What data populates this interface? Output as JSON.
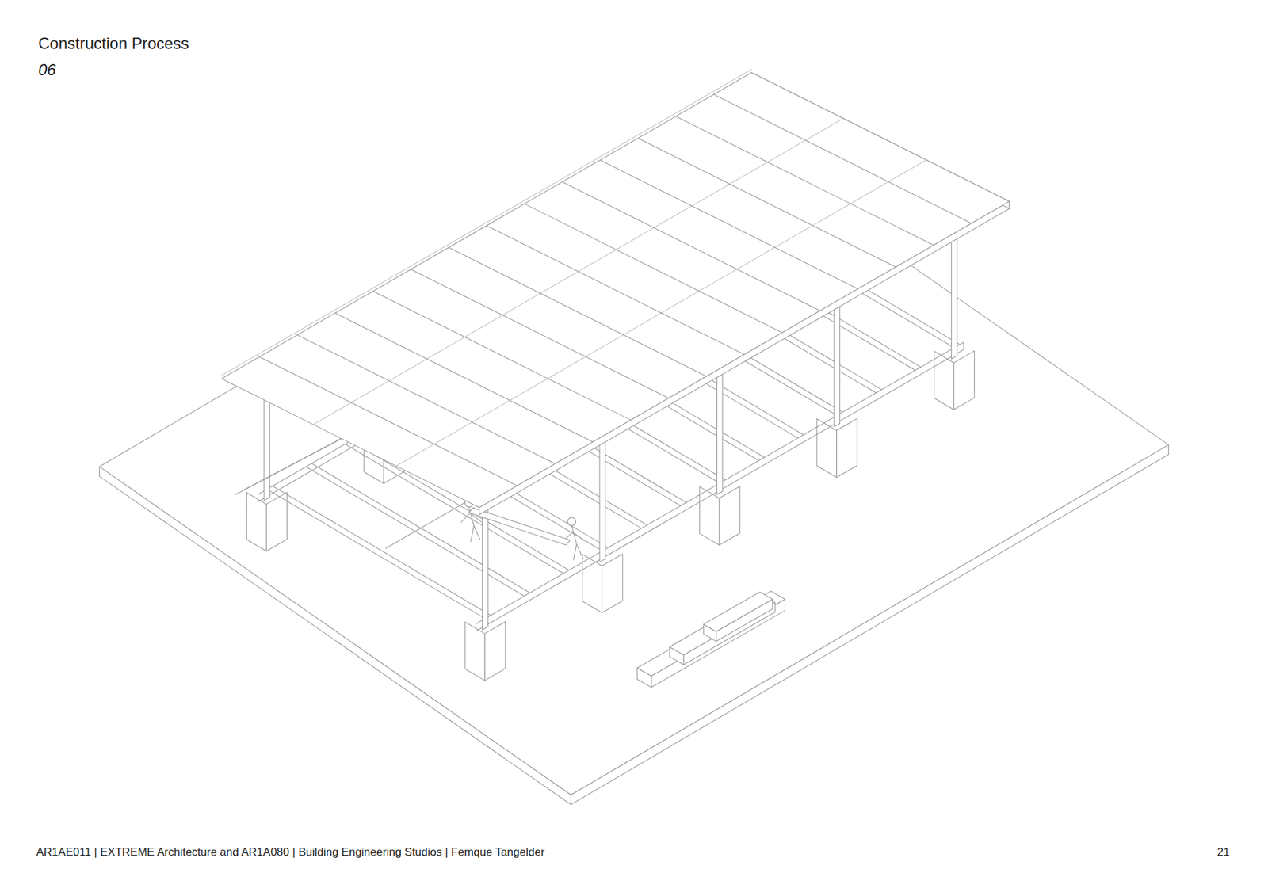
{
  "diagram": {
    "title": "Construction Process",
    "labels": [
      "06",
      "AR1AE011 | EXTREME Architecture and AR1A080 | Building Engineering Studios | Femque Tangelder",
      "21"
    ]
  }
}
